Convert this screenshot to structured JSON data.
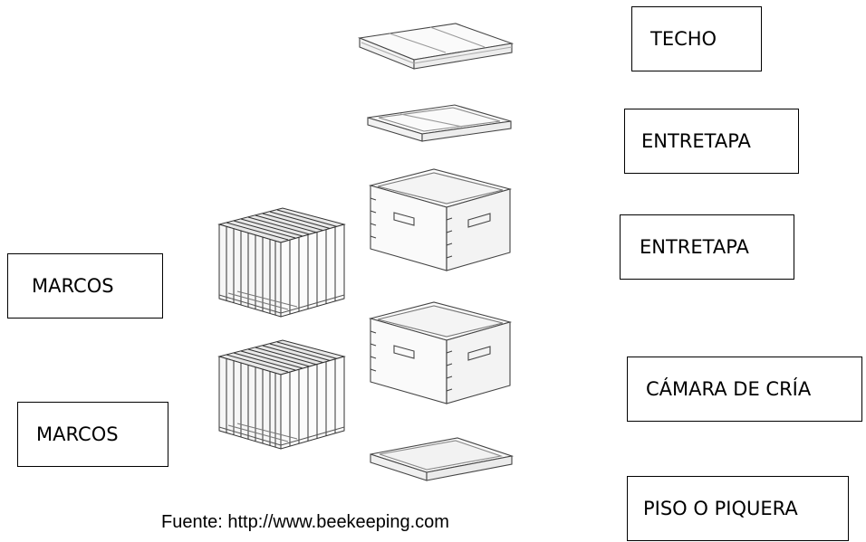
{
  "labels": {
    "techo": "TECHO",
    "entretapa_1": "ENTRETAPA",
    "entretapa_2": "ENTRETAPA",
    "camara_de_cria": "CÁMARA DE CRÍA",
    "piso_o_piquera": "PISO O PIQUERA",
    "marcos_upper": "MARCOS",
    "marcos_lower": "MARCOS"
  },
  "caption": "Fuente: http://www.beekeeping.com"
}
